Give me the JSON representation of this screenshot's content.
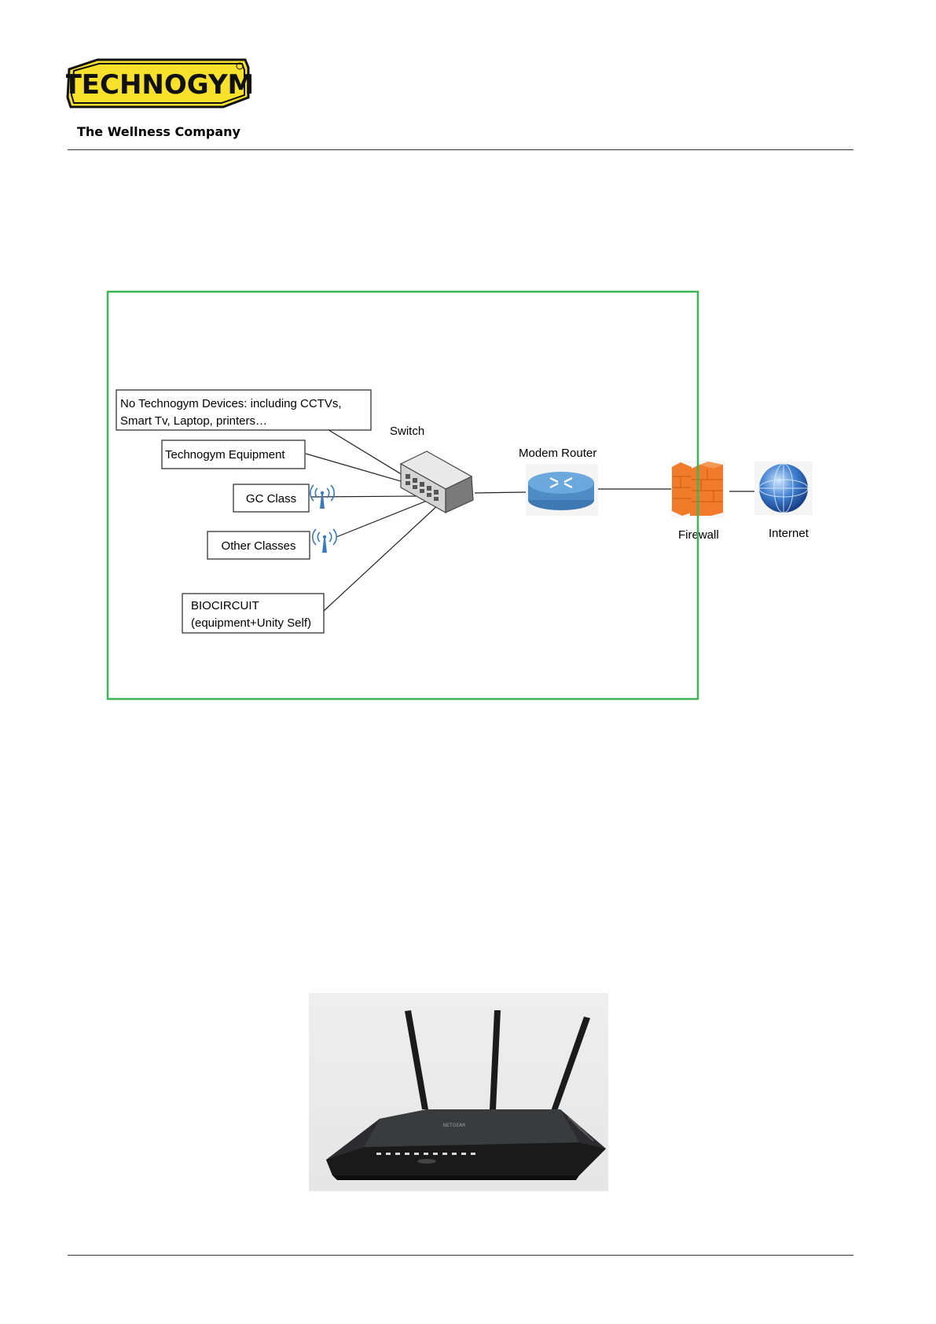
{
  "header": {
    "logo_text": "TECHNOGYM",
    "tagline": "The Wellness Company"
  },
  "diagram": {
    "nodes": {
      "non_tg": [
        "No Technogym Devices: including CCTVs,",
        "Smart Tv, Laptop, printers…"
      ],
      "tg_equipment": "Technogym Equipment",
      "gc_class": "GC Class",
      "other_classes": "Other Classes",
      "biocircuit": [
        "BIOCIRCUIT",
        "(equipment+Unity Self)"
      ],
      "switch": "Switch",
      "router": "Modem Router",
      "firewall": "Firewall",
      "internet": "Internet"
    },
    "colors": {
      "boundary": "#3cb554",
      "firewall": "#f07c2a",
      "router": "#5a9fd4",
      "wifi": "#3a7bbf"
    }
  },
  "photo": {
    "subject": "wireless-router-photo",
    "brand_text": "NETGEAR"
  }
}
